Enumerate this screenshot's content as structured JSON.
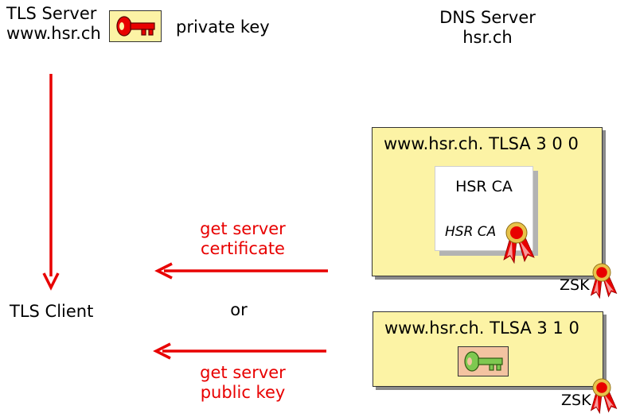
{
  "tls_server": {
    "line1": "TLS Server",
    "line2": "www.hsr.ch"
  },
  "private_key_label": "private key",
  "dns_server": {
    "line1": "DNS Server",
    "line2": "hsr.ch"
  },
  "tls_client": "TLS Client",
  "tlsa_cert_record": {
    "title": "www.hsr.ch. TLSA 3 0 0",
    "cert_title": "HSR CA",
    "cert_signature": "HSR CA",
    "signer": "ZSK"
  },
  "tlsa_key_record": {
    "title": "www.hsr.ch. TLSA 3 1 0",
    "signer": "ZSK"
  },
  "arrow_cert": {
    "line1": "get server",
    "line2": "certificate"
  },
  "or_label": "or",
  "arrow_key": {
    "line1": "get server",
    "line2": "public key"
  },
  "colors": {
    "arrow": "#e80000",
    "record_fill": "#fcf3a5",
    "private_key": "#e80000",
    "public_key": "#7ec850",
    "seal": "#e80000"
  }
}
